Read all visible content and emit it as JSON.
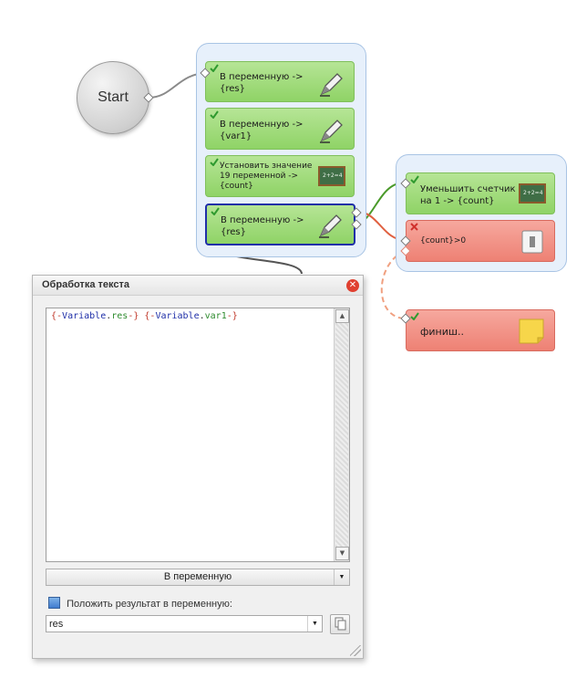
{
  "start": {
    "label": "Start"
  },
  "group1": {
    "nodes": [
      {
        "text": "В переменную ->\n{res}",
        "icon": "pen-icon"
      },
      {
        "text": "В переменную ->\n{var1}",
        "icon": "pen-icon"
      },
      {
        "text": "Установить значение\n19 переменной ->\n{count}",
        "icon": "chalkboard-icon"
      },
      {
        "text": "В переменную ->\n{res}",
        "icon": "pen-icon",
        "selected": true
      }
    ]
  },
  "group2": {
    "nodes": [
      {
        "text": "Уменьшить счетчик\nна 1 -> {count}",
        "icon": "chalkboard-icon",
        "status": "ok"
      },
      {
        "text": "{count}>0",
        "icon": "switch-icon",
        "status": "error"
      }
    ]
  },
  "finish": {
    "text": "финиш..",
    "icon": "sticky-note-icon"
  },
  "chalk_text": "2+2=4",
  "dialog": {
    "title": "Обработка текста",
    "code_parts": [
      {
        "t": "{-",
        "c": "#c0392b"
      },
      {
        "t": "Variable",
        "c": "#1f2fa8"
      },
      {
        "t": ".",
        "c": "#333333"
      },
      {
        "t": "res",
        "c": "#2e8b2e"
      },
      {
        "t": "-}",
        "c": "#c0392b"
      },
      {
        "t": " ",
        "c": "#333333"
      },
      {
        "t": "{-",
        "c": "#c0392b"
      },
      {
        "t": "Variable",
        "c": "#1f2fa8"
      },
      {
        "t": ".",
        "c": "#333333"
      },
      {
        "t": "var1",
        "c": "#2e8b2e"
      },
      {
        "t": "-}",
        "c": "#c0392b"
      }
    ],
    "mode_select": "В переменную",
    "checkbox_label": "Положить результат в переменную:",
    "variable_value": "res"
  },
  "colors": {
    "node_green": "#9bd874",
    "node_red": "#f09183",
    "group_bg": "#e7f0fb",
    "selected_border": "#1f2fa8",
    "wire_green": "#4a9a2a",
    "wire_red": "#e06040"
  }
}
